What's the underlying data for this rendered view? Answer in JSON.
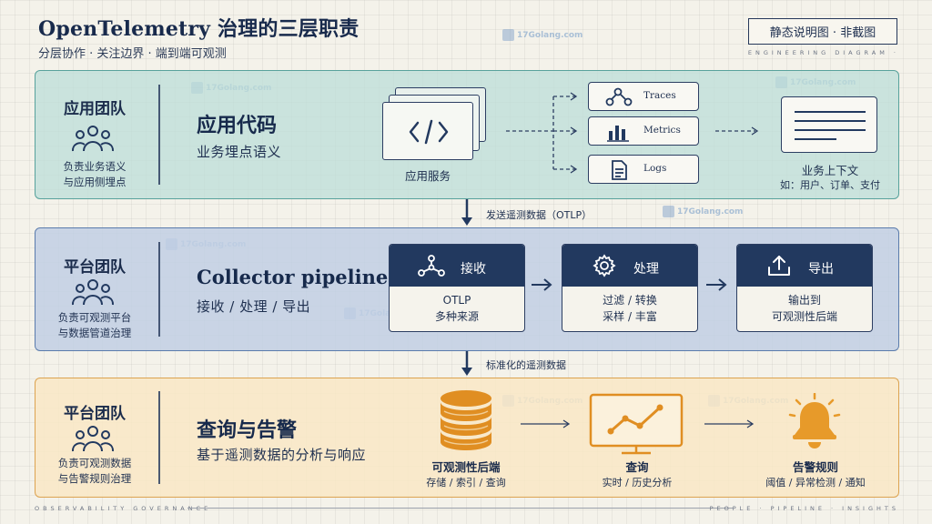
{
  "header": {
    "title": "OpenTelemetry 治理的三层职责",
    "subtitle": "分层协作 · 关注边界 · 端到端可观测",
    "tag": "静态说明图 · 非截图",
    "eng_label": "ENGINEERING DIAGRAM ·"
  },
  "footer": {
    "left": "OBSERVABILITY GOVERNANCE",
    "right": "PEOPLE · PIPELINE · INSIGHTS"
  },
  "watermark": "17Golang.com",
  "layer1": {
    "team": "应用团队",
    "team_desc_1": "负责业务语义",
    "team_desc_2": "与应用侧埋点",
    "heading": "应用代码",
    "sub": "业务埋点语义",
    "service_label": "应用服务",
    "signals": [
      "Traces",
      "Metrics",
      "Logs"
    ],
    "context_label": "业务上下文",
    "context_example": "如：用户、订单、支付"
  },
  "arrow1_label": "发送遥测数据（OTLP）",
  "layer2": {
    "team": "平台团队",
    "team_desc_1": "负责可观测平台",
    "team_desc_2": "与数据管道治理",
    "heading": "Collector pipeline",
    "sub": "接收 / 处理 / 导出",
    "cards": [
      {
        "title": "接收",
        "line1": "OTLP",
        "line2": "多种来源"
      },
      {
        "title": "处理",
        "line1": "过滤 / 转换",
        "line2": "采样 / 丰富"
      },
      {
        "title": "导出",
        "line1": "输出到",
        "line2": "可观测性后端"
      }
    ]
  },
  "arrow2_label": "标准化的遥测数据",
  "layer3": {
    "team": "平台团队",
    "team_desc_1": "负责可观测数据",
    "team_desc_2": "与告警规则治理",
    "heading": "查询与告警",
    "sub": "基于遥测数据的分析与响应",
    "items": [
      {
        "title": "可观测性后端",
        "desc": "存储 / 索引 / 查询"
      },
      {
        "title": "查询",
        "desc": "实时 / 历史分析"
      },
      {
        "title": "告警规则",
        "desc": "阈值 / 异常检测 / 通知"
      }
    ]
  },
  "colors": {
    "navy": "#22395f",
    "teal_band": "#bcddd8",
    "blue_band": "#c1cfe4",
    "amber_band": "#f9e8c6",
    "amber_icon": "#e79a2a"
  }
}
